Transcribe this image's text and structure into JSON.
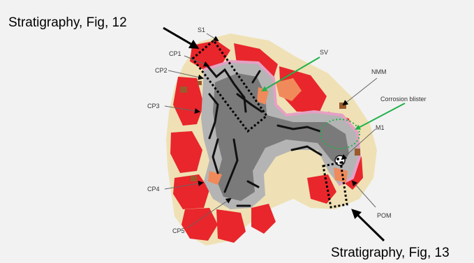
{
  "callouts": {
    "strat_top": "Stratigraphy, Fig, 12",
    "strat_bottom": "Stratigraphy, Fig, 13"
  },
  "labels": {
    "s1": "S1",
    "cp1": "CP1",
    "cp2": "CP2",
    "cp3": "CP3",
    "cp4": "CP4",
    "cp5": "CP5",
    "sv": "SV",
    "nmm": "NMM",
    "corrosion_blister": "Corrosion blister",
    "m1": "M1",
    "pom": "POM"
  },
  "colors": {
    "background": "#f2f2f2",
    "outer_crust": "#efe1b5",
    "red_corrosion": "#e8262b",
    "light_grey_core": "#b4b4b4",
    "dark_grey_core": "#7a7a7a",
    "black_cracks": "#111111",
    "pink_layer": "#e6a0c4",
    "orange_patches": "#f08a5a",
    "brown_spots": "#9b5a2c",
    "green_arrows": "#22b04b",
    "black_arrows": "#000000"
  }
}
